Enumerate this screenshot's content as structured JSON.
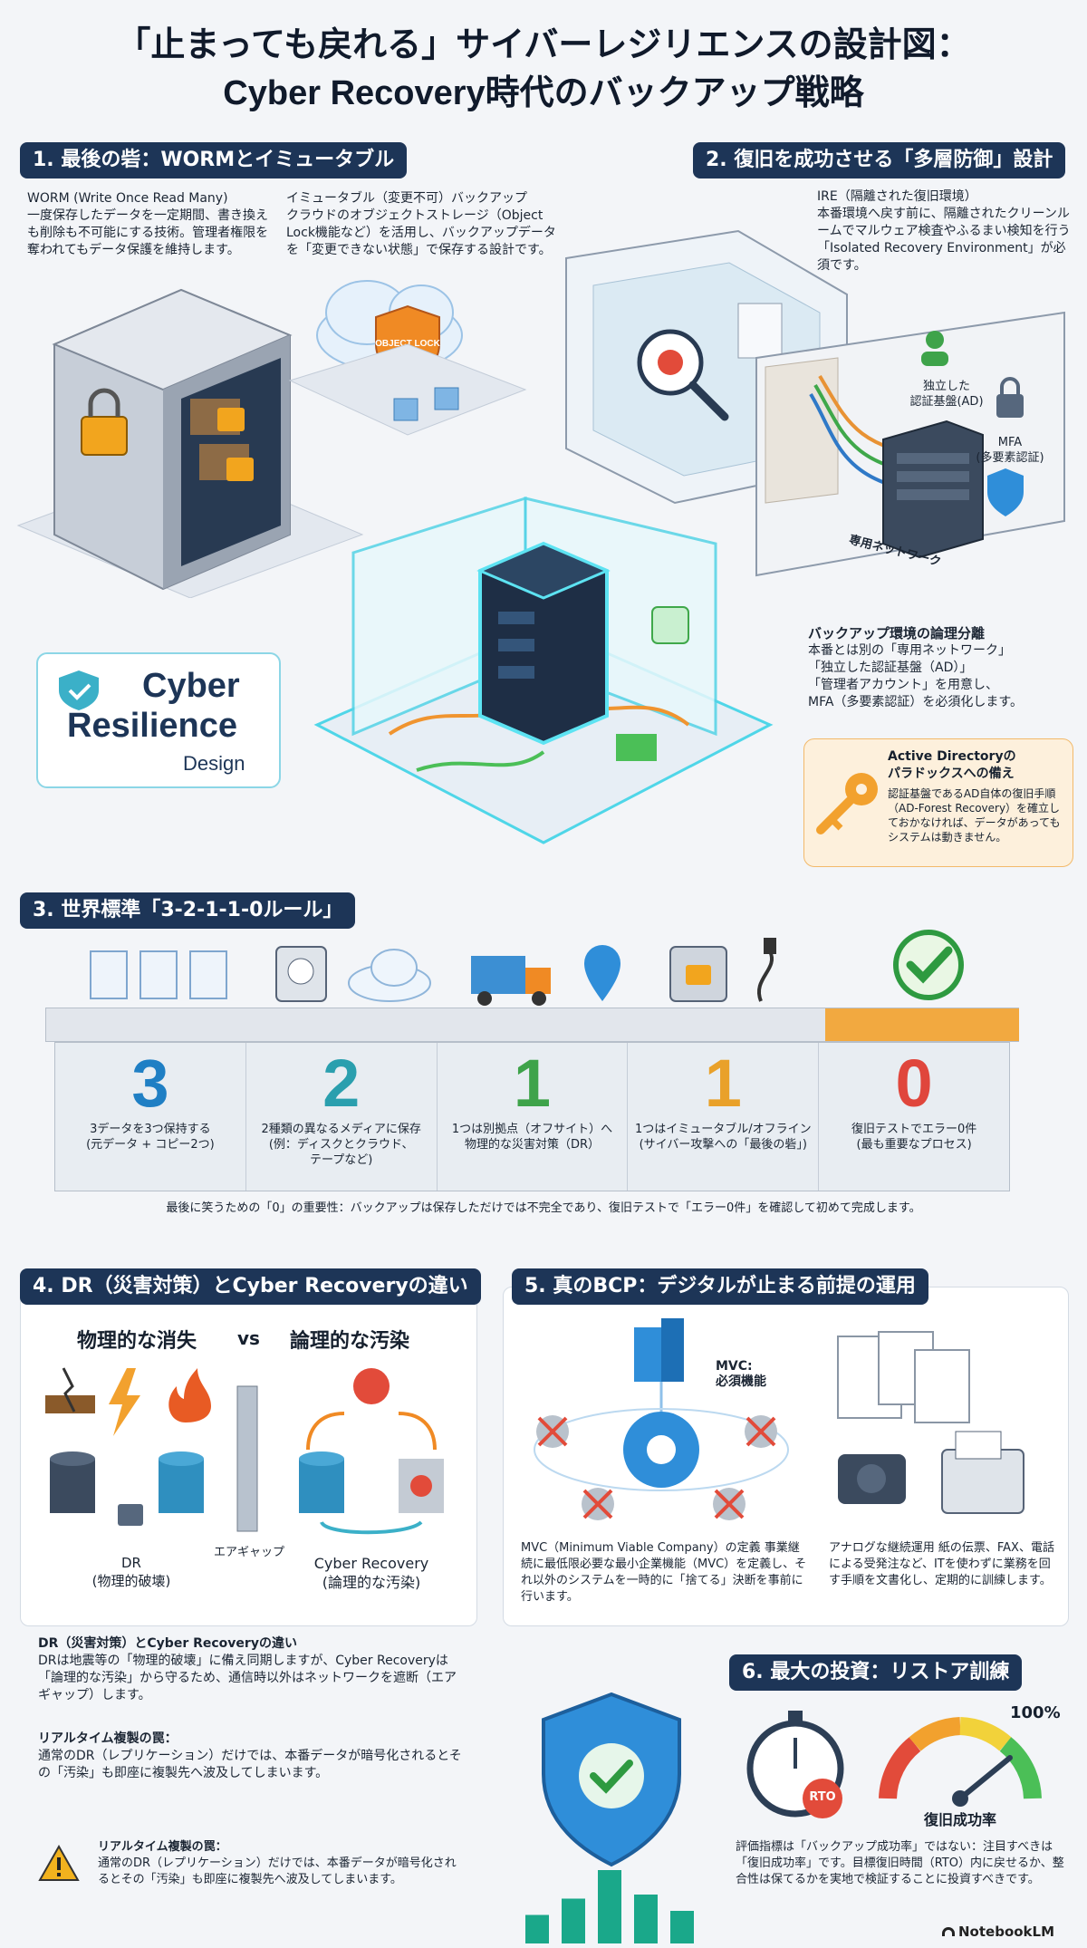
{
  "title_line1": "「止まっても戻れる」サイバーレジリエンスの設計図：",
  "title_line2": "Cyber Recovery時代のバックアップ戦略",
  "s1": {
    "heading": "1. 最後の砦：WORMとイミュータブル",
    "worm_text": "WORM (Write Once Read Many)\n一度保存したデータを一定期間、書き換えも削除も不可能にする技術。管理者権限を奪われてもデータ保護を維持します。",
    "immutable_text": "イミュータブル（変更不可）バックアップ\nクラウドのオブジェクトストレージ（Object Lock機能など）を活用し、バックアップデータを「変更できない状態」で保存する設計です。",
    "shield_label": "OBJECT LOCK"
  },
  "s2": {
    "heading": "2. 復旧を成功させる「多層防御」設計",
    "ire_text": "IRE（隔離された復旧環境）\n本番環境へ戻す前に、隔離されたクリーンルームでマルウェア検査やふるまい検知を行う「Isolated Recovery Environment」が必須です。",
    "ad_label": "独立した\n認証基盤(AD)",
    "mfa_label": "MFA\n(多要素認証)",
    "net_label": "専用ネットワーク",
    "isolation_title": "バックアップ環境の論理分離",
    "isolation_text": "本番とは別の「専用ネットワーク」\n「独立した認証基盤（AD）」\n「管理者アカウント」を用意し、\nMFA（多要素認証）を必須化します。",
    "ad_box_title": "Active Directoryの\nパラドックスへの備え",
    "ad_box_text": "認証基盤であるAD自体の復旧手順（AD-Forest Recovery）を確立しておかなければ、データがあってもシステムは動きません。"
  },
  "brand": {
    "line1": "Cyber",
    "line2": "Resilience",
    "line3": "Design"
  },
  "s3": {
    "heading": "3. 世界標準「3-2-1-1-0ルール」",
    "items": [
      {
        "num": "3",
        "color": "#1f7fc4",
        "desc": "3データを3つ保持する\n(元データ + コピー2つ)"
      },
      {
        "num": "2",
        "color": "#2a9fae",
        "desc": "2種類の異なるメディアに保存\n(例：ディスクとクラウド、\nテープなど)"
      },
      {
        "num": "1",
        "color": "#3ea34a",
        "desc": "1つは別拠点（オフサイト）へ\n物理的な災害対策（DR）"
      },
      {
        "num": "1",
        "color": "#e9a12a",
        "desc": "1つはイミュータブル/オフライン\n(サイバー攻撃への「最後の砦」)"
      },
      {
        "num": "0",
        "color": "#e0463c",
        "desc": "復旧テストでエラー0件\n(最も重要なプロセス)"
      }
    ],
    "note": "最後に笑うための「0」の重要性：バックアップは保存しただけでは不完全であり、復旧テストで「エラー0件」を確認して初めて完成します。"
  },
  "s4": {
    "heading": "4. DR（災害対策）とCyber Recoveryの違い",
    "left_title": "物理的な消失",
    "vs": "vs",
    "right_title": "論理的な汚染",
    "left_caption": "DR\n(物理的破壊)",
    "gap_caption": "エアギャップ",
    "right_caption": "Cyber Recovery\n(論理的な汚染)",
    "diff_title": "DR（災害対策）とCyber Recoveryの違い",
    "diff_text": "DRは地震等の「物理的破壊」に備え同期しますが、Cyber Recoveryは「論理的な汚染」から守るため、通信時以外はネットワークを遮断（エアギャップ）します。",
    "trap_title": "リアルタイム複製の罠：",
    "trap_text": "通常のDR（レプリケーション）だけでは、本番データが暗号化されるとその「汚染」も即座に複製先へ波及してしまいます。",
    "warn_title": "リアルタイム複製の罠：",
    "warn_text": "通常のDR（レプリケーション）だけでは、本番データが暗号化されるとその「汚染」も即座に複製先へ波及してしまいます。"
  },
  "s5": {
    "heading": "5. 真のBCP：デジタルが止まる前提の運用",
    "mvc_label": "MVC:\n必須機能",
    "mvc_text": "MVC（Minimum Viable Company）の定義\n事業継続に最低限必要な最小企業機能（MVC）を定義し、それ以外のシステムを一時的に「捨てる」決断を事前に行います。",
    "analog_text": "アナログな継続運用\n紙の伝票、FAX、電話による受発注など、ITを使わずに業務を回す手順を文書化し、定期的に訓練します。"
  },
  "s6": {
    "heading": "6. 最大の投資：リストア訓練",
    "rto_label": "RTO",
    "gauge_value": "100%",
    "gauge_label": "復旧成功率",
    "text": "評価指標は「バックアップ成功率」ではない：注目すべきは「復旧成功率」です。目標復旧時間（RTO）内に戻せるか、整合性は保てるかを実地で検証することに投資すべきです。",
    "bars": [
      0.35,
      0.55,
      0.9,
      0.6,
      0.4
    ]
  },
  "footer": "NotebookLM"
}
